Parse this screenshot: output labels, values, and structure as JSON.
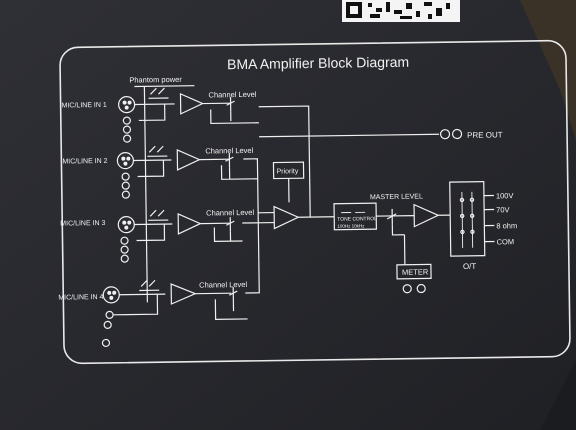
{
  "panel": {
    "title": "BMA Amplifier Block Diagram",
    "phantom_power": "Phantom power",
    "inputs": [
      {
        "label": "MIC/LINE IN 1"
      },
      {
        "label": "MIC/LINE IN 2"
      },
      {
        "label": "MIC/LINE IN 3"
      },
      {
        "label": "MIC/LINE IN 4"
      }
    ],
    "channel_level": "Channel Level",
    "priority": "Priority",
    "pre_out": "PRE OUT",
    "tone_control_1": "TONE CONTROL",
    "tone_control_2": "100Hz  10kHz",
    "master_level": "MASTER LEVEL",
    "meter": "METER",
    "outputs": [
      "100V",
      "70V",
      "8 ohm",
      "COM"
    ],
    "transformer_label": "O/T"
  },
  "colors": {
    "plate": "#2a2b30",
    "line": "#f2f2f2",
    "surround": "#1d1e22"
  },
  "icons": [
    "xlr-jack-icon",
    "amplifier-triangle-icon",
    "potentiometer-icon",
    "switch-icon",
    "qr-code-icon",
    "transformer-icon"
  ]
}
